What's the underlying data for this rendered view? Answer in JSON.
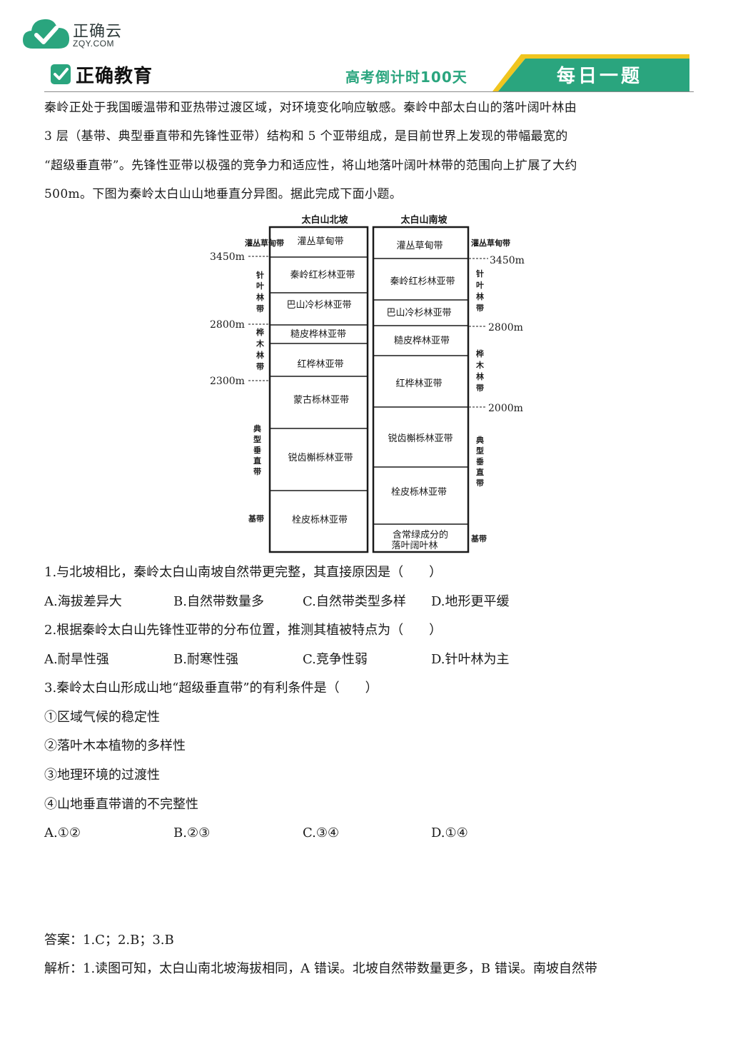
{
  "header": {
    "logo_text": "正确云",
    "logo_sub": "ZQY.COM",
    "brand_name": "正确教育",
    "countdown": "高考倒计时100天",
    "banner": "每日一题",
    "colors": {
      "accent": "#2aa57e",
      "banner_yellow": "#f0c51f"
    }
  },
  "passage": [
    "秦岭正处于我国暖温带和亚热带过渡区域，对环境变化响应敏感。秦岭中部太白山的落叶阔叶林由",
    "3 层（基带、典型垂直带和先锋性亚带）结构和 5 个亚带组成，是目前世界上发现的带幅最宽的",
    "“超级垂直带”。先锋性亚带以极强的竞争力和适应性，将山地落叶阔叶林带的范围向上扩展了大约",
    "500m。下图为秦岭太白山山地垂直分异图。据此完成下面小题。"
  ],
  "diagram": {
    "north": {
      "title": "太白山北坡",
      "belts": [
        "灌丛草甸带",
        "秦岭红杉林亚带",
        "巴山冷杉林亚带",
        "糙皮桦林亚带",
        "红桦林亚带",
        "蒙古栎林亚带",
        "锐齿槲栎林亚带",
        "栓皮栎林亚带"
      ],
      "side_labels": [
        "灌丛草甸带",
        "针叶林带",
        "桦木林带",
        "典型垂直带",
        "基带"
      ],
      "altitudes": [
        "3450m",
        "2800m",
        "2300m"
      ]
    },
    "south": {
      "title": "太白山南坡",
      "belts": [
        "灌丛草甸带",
        "秦岭红杉林亚带",
        "巴山冷杉林亚带",
        "糙皮桦林亚带",
        "红桦林亚带",
        "锐齿槲栎林亚带",
        "栓皮栎林亚带",
        "含常绿成分的",
        "落叶阔叶林"
      ],
      "side_labels": [
        "灌丛草甸带",
        "针叶林带",
        "桦木林带",
        "典型垂直带",
        "基带"
      ],
      "altitudes": [
        "3450m",
        "2800m",
        "2000m"
      ]
    }
  },
  "questions": [
    {
      "stem": "1.与北坡相比，秦岭太白山南坡自然带更完整，其直接原因是（　　）",
      "options": [
        "A.海拔差异大",
        "B.自然带数量多",
        "C.自然带类型多样",
        "D.地形更平缓"
      ]
    },
    {
      "stem": "2.根据秦岭太白山先锋性亚带的分布位置，推测其植被特点为（　　）",
      "options": [
        "A.耐旱性强",
        "B.耐寒性强",
        "C.竞争性弱",
        "D.针叶林为主"
      ]
    },
    {
      "stem": "3.秦岭太白山形成山地“超级垂直带”的有利条件是（　　）",
      "statements": [
        "①区域气候的稳定性",
        "②落叶木本植物的多样性",
        "③地理环境的过渡性",
        "④山地垂直带谱的不完整性"
      ],
      "options": [
        "A.①②",
        "B.②③",
        "C.③④",
        "D.①④"
      ]
    }
  ],
  "answer": "答案：1.C；2.B；3.B",
  "analysis": "解析：1.读图可知，太白山南北坡海拔相同，A 错误。北坡自然带数量更多，B 错误。南坡自然带"
}
